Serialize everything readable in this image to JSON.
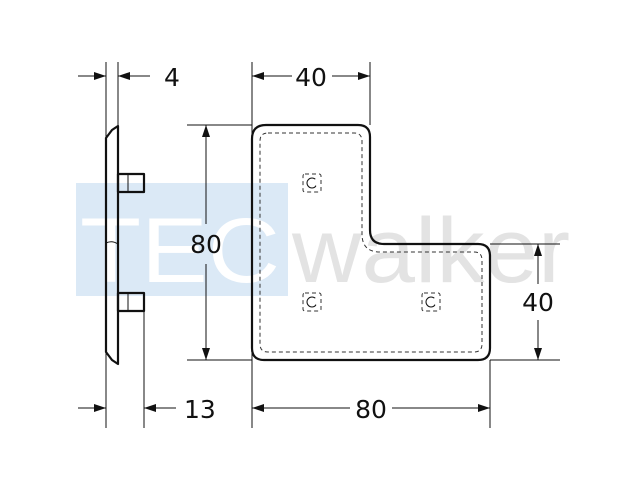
{
  "dimensions": {
    "thickness": "4",
    "depth": "13",
    "height": "80",
    "width": "80",
    "top_width": "40",
    "right_height": "40"
  },
  "watermark": {
    "prefix": "TEC",
    "suffix": "walker"
  },
  "colors": {
    "line": "#111111",
    "watermark_box": "#dbe9f6",
    "watermark_prefix": "#ffffff",
    "watermark_suffix": "#e3e3e3"
  }
}
